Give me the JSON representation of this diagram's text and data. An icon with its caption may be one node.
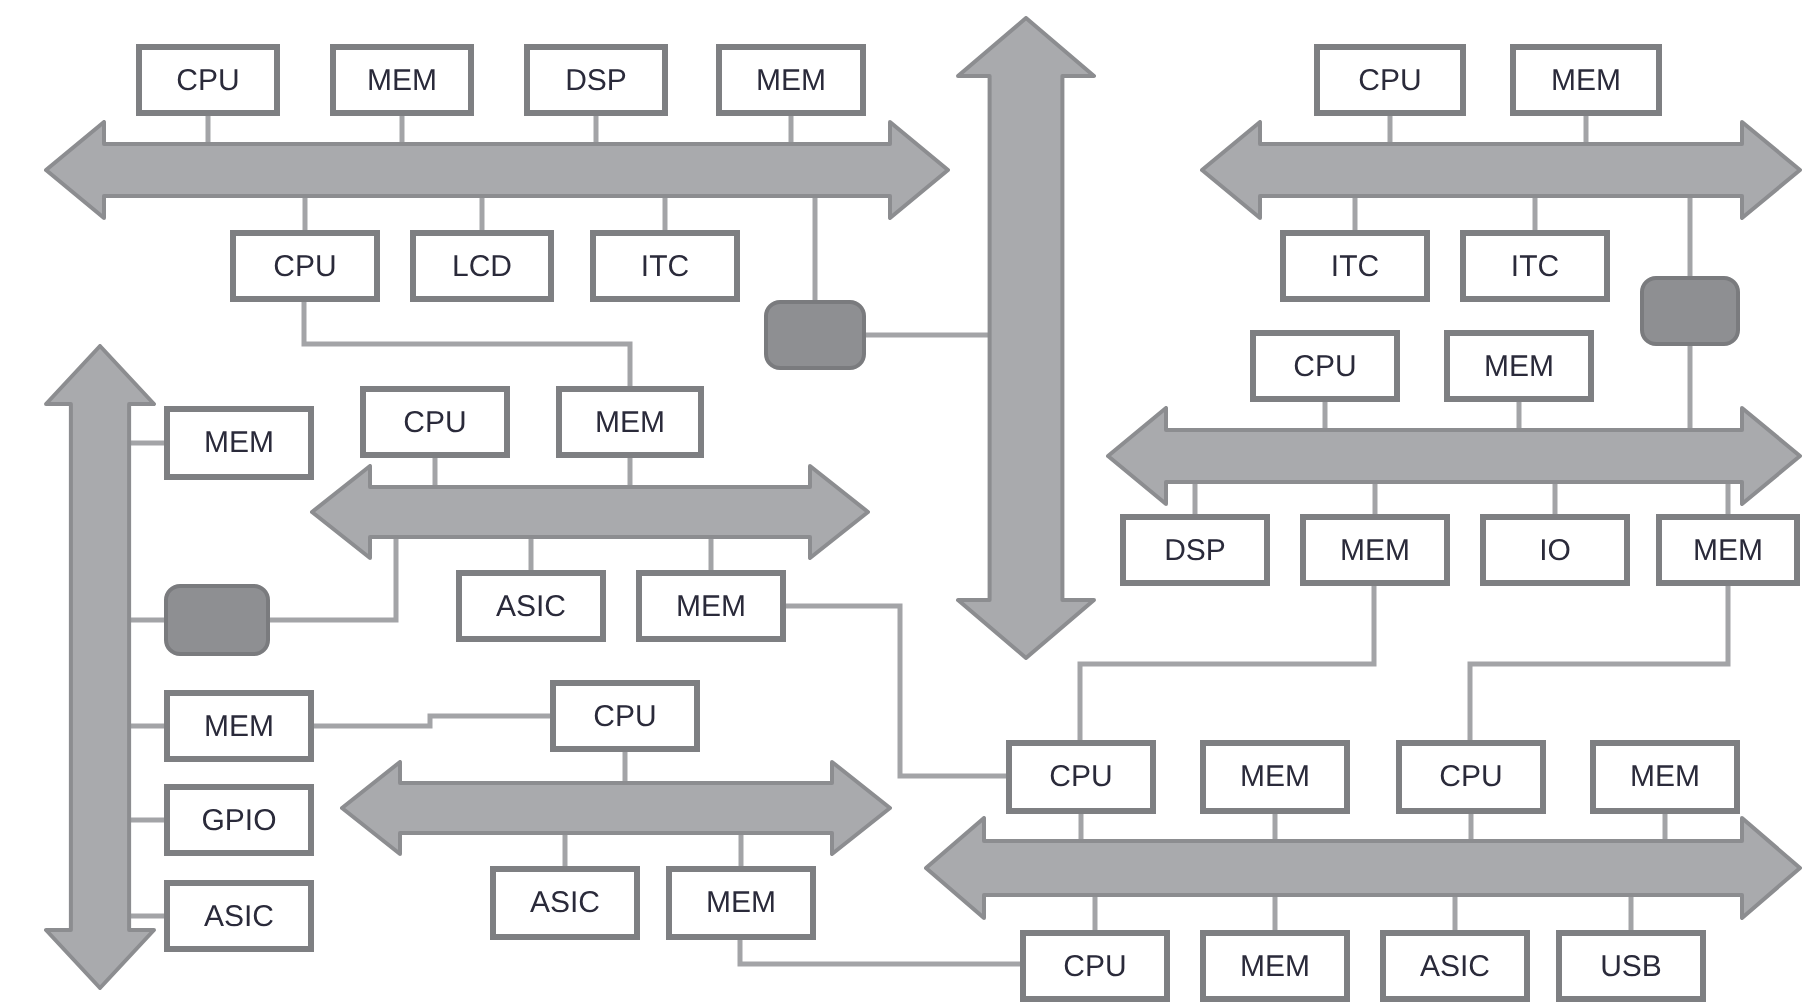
{
  "diagram": {
    "nodes": [
      {
        "text": [
          "CPU"
        ]
      },
      {
        "text": [
          "MEM"
        ]
      },
      {
        "text": [
          "DSP"
        ]
      },
      {
        "text": [
          "MEM"
        ]
      },
      {
        "text": [
          "CPU"
        ]
      },
      {
        "text": [
          "MEM"
        ]
      },
      {
        "text": [],
        "shape": "bar"
      },
      {
        "text": [],
        "shape": "bar"
      },
      {
        "text": [],
        "shape": "bar"
      },
      {
        "text": [
          "CPU"
        ]
      },
      {
        "text": [
          "LCD"
        ]
      },
      {
        "text": [
          "ITC"
        ]
      },
      {
        "text": [
          "ITC"
        ]
      },
      {
        "text": [
          "ITC"
        ]
      },
      {
        "text": [],
        "shape": "box"
      },
      {
        "text": [],
        "shape": "box"
      },
      {
        "text": [
          "CPU"
        ]
      },
      {
        "text": [
          "MEM"
        ]
      },
      {
        "text": [],
        "shape": "bar"
      },
      {
        "text": [
          "MEM"
        ]
      },
      {
        "text": [
          "CPU"
        ]
      },
      {
        "text": [
          "MEM"
        ]
      },
      {
        "text": [],
        "shape": "bar"
      },
      {
        "text": [],
        "shape": "bar"
      },
      {
        "text": [
          "DSP"
        ]
      },
      {
        "text": [
          "MEM"
        ]
      },
      {
        "text": [
          "IO"
        ]
      },
      {
        "text": [
          "MEM"
        ]
      },
      {
        "text": [],
        "shape": "box"
      },
      {
        "text": [
          "ASIC"
        ]
      },
      {
        "text": [
          "MEM"
        ]
      },
      {
        "text": [
          "MEM"
        ]
      },
      {
        "text": [
          "CPU"
        ]
      },
      {
        "text": [
          "CPU"
        ]
      },
      {
        "text": [
          "MEM"
        ]
      },
      {
        "text": [
          "CPU"
        ]
      },
      {
        "text": [
          "MEM"
        ]
      },
      {
        "text": [
          "GPIO"
        ]
      },
      {
        "text": [],
        "shape": "bar"
      },
      {
        "text": [],
        "shape": "bar"
      },
      {
        "text": [
          "ASIC"
        ]
      },
      {
        "text": [
          "ASIC"
        ]
      },
      {
        "text": [
          "MEM"
        ]
      },
      {
        "text": [
          "CPU"
        ]
      },
      {
        "text": [
          "MEM"
        ]
      },
      {
        "text": [
          "ASIC"
        ]
      },
      {
        "text": [
          "USB"
        ]
      }
    ],
    "edges": [
      {
        "from": 0,
        "to": 6,
        "arrow": "none"
      },
      {
        "from": 1,
        "to": 6,
        "arrow": "none"
      },
      {
        "from": 2,
        "to": 6,
        "arrow": "none"
      },
      {
        "from": 3,
        "to": 6,
        "arrow": "none"
      },
      {
        "from": 9,
        "to": 6,
        "arrow": "none"
      },
      {
        "from": 10,
        "to": 6,
        "arrow": "none"
      },
      {
        "from": 11,
        "to": 6,
        "arrow": "none"
      },
      {
        "from": 14,
        "to": 6,
        "arrow": "none"
      },
      {
        "from": 14,
        "to": 7,
        "arrow": "none"
      },
      {
        "from": 4,
        "to": 8,
        "arrow": "none"
      },
      {
        "from": 5,
        "to": 8,
        "arrow": "none"
      },
      {
        "from": 12,
        "to": 8,
        "arrow": "none"
      },
      {
        "from": 13,
        "to": 8,
        "arrow": "none"
      },
      {
        "from": 15,
        "to": 8,
        "arrow": "none"
      },
      {
        "from": 15,
        "to": 22,
        "arrow": "none"
      },
      {
        "from": 16,
        "to": 22,
        "arrow": "none"
      },
      {
        "from": 17,
        "to": 22,
        "arrow": "none"
      },
      {
        "from": 24,
        "to": 22,
        "arrow": "none"
      },
      {
        "from": 25,
        "to": 22,
        "arrow": "none"
      },
      {
        "from": 26,
        "to": 22,
        "arrow": "none"
      },
      {
        "from": 27,
        "to": 22,
        "arrow": "none"
      },
      {
        "from": 19,
        "to": 18,
        "arrow": "none"
      },
      {
        "from": 28,
        "to": 18,
        "arrow": "none"
      },
      {
        "from": 28,
        "to": 23,
        "arrow": "none"
      },
      {
        "from": 31,
        "to": 18,
        "arrow": "none"
      },
      {
        "from": 37,
        "to": 18,
        "arrow": "none"
      },
      {
        "from": 40,
        "to": 18,
        "arrow": "none"
      },
      {
        "from": 20,
        "to": 23,
        "arrow": "none"
      },
      {
        "from": 21,
        "to": 23,
        "arrow": "none"
      },
      {
        "from": 29,
        "to": 23,
        "arrow": "none"
      },
      {
        "from": 30,
        "to": 23,
        "arrow": "none"
      },
      {
        "from": 32,
        "to": 38,
        "arrow": "none"
      },
      {
        "from": 41,
        "to": 38,
        "arrow": "none"
      },
      {
        "from": 42,
        "to": 38,
        "arrow": "none"
      },
      {
        "from": 33,
        "to": 39,
        "arrow": "none"
      },
      {
        "from": 34,
        "to": 39,
        "arrow": "none"
      },
      {
        "from": 35,
        "to": 39,
        "arrow": "none"
      },
      {
        "from": 36,
        "to": 39,
        "arrow": "none"
      },
      {
        "from": 43,
        "to": 39,
        "arrow": "none"
      },
      {
        "from": 44,
        "to": 39,
        "arrow": "none"
      },
      {
        "from": 45,
        "to": 39,
        "arrow": "none"
      },
      {
        "from": 46,
        "to": 39,
        "arrow": "none"
      },
      {
        "from": 9,
        "to": 21,
        "arrow": "none"
      },
      {
        "from": 30,
        "to": 33,
        "arrow": "none"
      },
      {
        "from": 31,
        "to": 32,
        "arrow": "none"
      },
      {
        "from": 42,
        "to": 43,
        "arrow": "none"
      },
      {
        "from": 25,
        "to": 33,
        "arrow": "none"
      },
      {
        "from": 27,
        "to": 35,
        "arrow": "none"
      }
    ]
  }
}
